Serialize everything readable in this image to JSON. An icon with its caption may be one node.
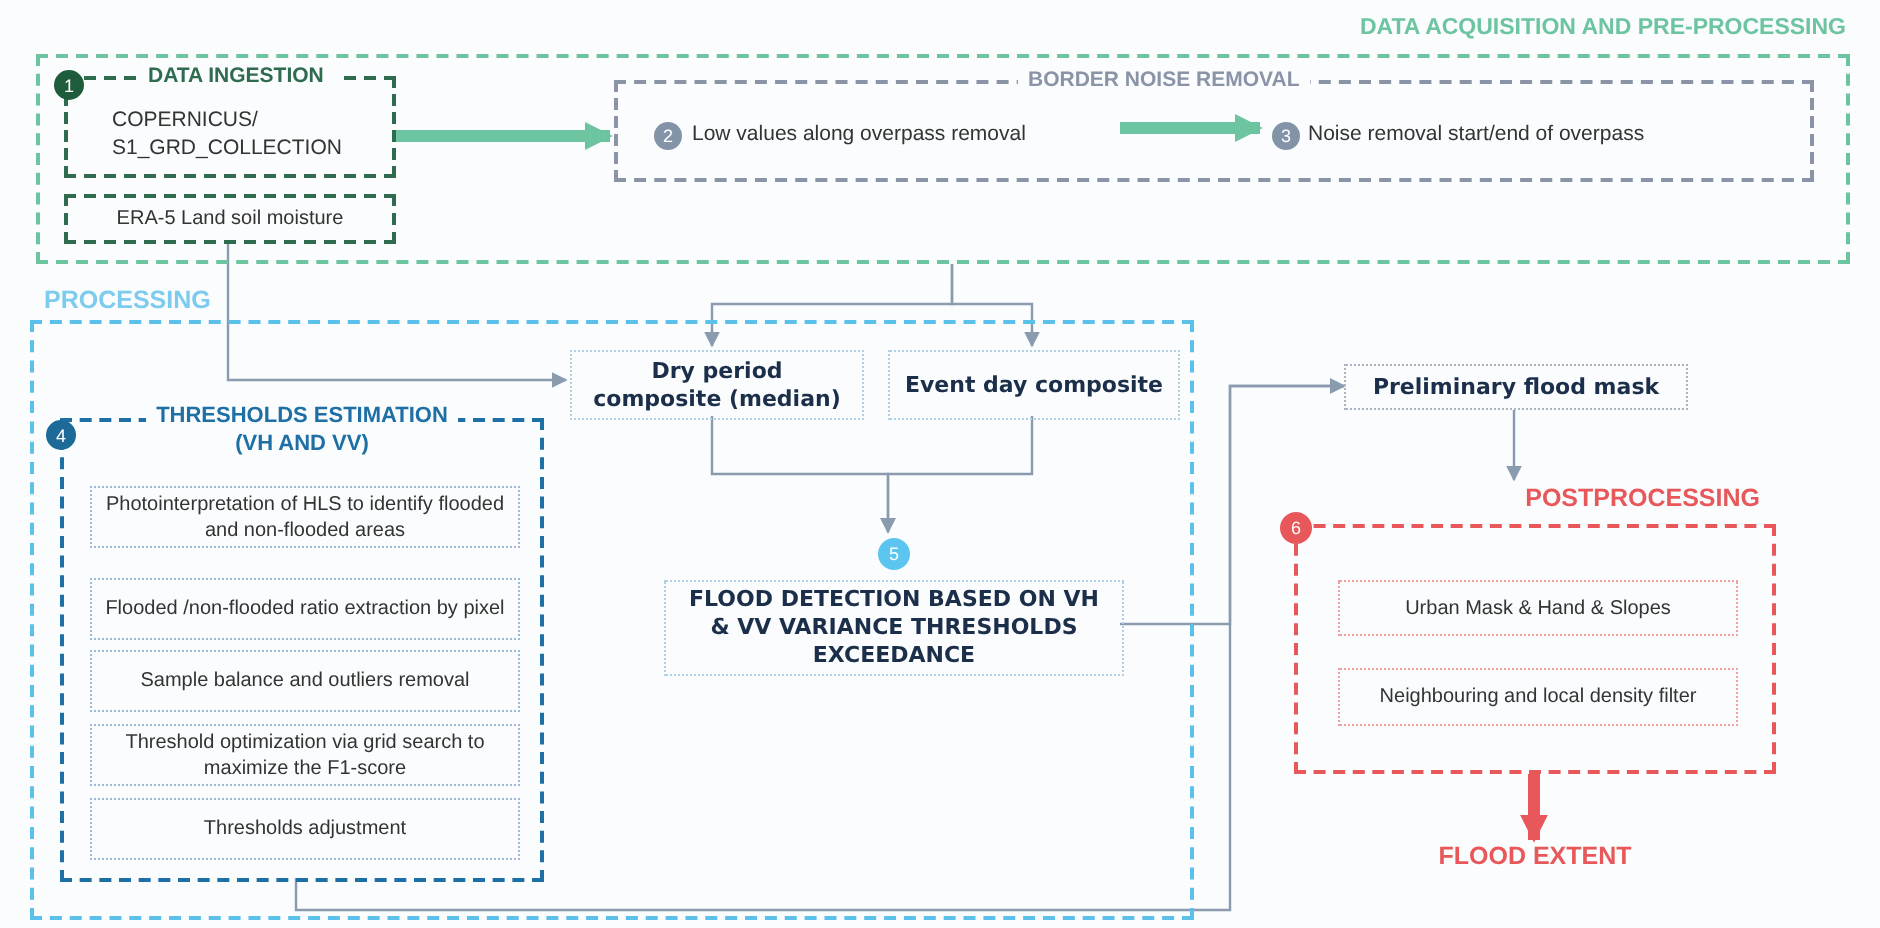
{
  "diagram": {
    "nodes": [
      {
        "text": [
          "DATA ACQUISITION AND PRE-PROCESSING"
        ]
      },
      {
        "text": [
          "1",
          "DATA INGESTION",
          "COPERNICUS/ S1_GRD_COLLECTION"
        ],
        "in": 0
      },
      {
        "text": [
          "ERA-5 Land soil moisture"
        ],
        "in": 0
      },
      {
        "text": [
          "BORDER NOISE REMOVAL"
        ],
        "in": 0
      },
      {
        "text": [
          "2",
          "Low values along overpass removal"
        ],
        "in": 3
      },
      {
        "text": [
          "3",
          "Noise removal start/end of overpass"
        ],
        "in": 3
      },
      {
        "text": [
          "PROCESSING"
        ]
      },
      {
        "text": [
          "THRESHOLDS ESTIMATION (VH AND VV)"
        ],
        "beside": [
          "4"
        ],
        "in": 6
      },
      {
        "text": [
          "Photointerpretation of HLS to identify flooded and non-flooded areas"
        ],
        "in": 7
      },
      {
        "text": [
          "Flooded /non-flooded ratio extraction by pixel"
        ],
        "in": 7
      },
      {
        "text": [
          "Sample balance and outliers removal"
        ],
        "in": 7
      },
      {
        "text": [
          "Threshold optimization via grid search to maximize the F1-score"
        ],
        "in": 7
      },
      {
        "text": [
          "Thresholds adjustment"
        ],
        "in": 7
      },
      {
        "text": [
          "Dry period composite (median)"
        ],
        "in": 6
      },
      {
        "text": [
          "Event day composite"
        ],
        "in": 6
      },
      {
        "text": [
          "FLOOD DETECTION BASED ON VH & VV VARIANCE THRESHOLDS EXCEEDANCE"
        ],
        "beside": [
          "5"
        ],
        "in": 6
      },
      {
        "text": [
          "Preliminary flood mask"
        ]
      },
      {
        "text": [
          "POSTPROCESSING"
        ],
        "beside": [
          "6"
        ]
      },
      {
        "text": [
          "Urban Mask & Hand & Slopes"
        ],
        "in": 17
      },
      {
        "text": [
          "Neighbouring and local density filter"
        ],
        "in": 17
      },
      {
        "text": [
          "FLOOD EXTENT"
        ]
      }
    ],
    "edges": [
      {
        "from": 1,
        "to": 3,
        "arrow": "to",
        "style": "thick",
        "color": "#6cc4a0"
      },
      {
        "from": 4,
        "to": 5,
        "arrow": "to",
        "style": "thick",
        "color": "#6cc4a0"
      },
      {
        "from": 0,
        "to": 13,
        "arrow": "to"
      },
      {
        "from": 0,
        "to": 14,
        "arrow": "to"
      },
      {
        "from": 2,
        "to": 13,
        "arrow": "to"
      },
      {
        "from": 13,
        "to": 15,
        "arrow": "to"
      },
      {
        "from": 14,
        "to": 15,
        "arrow": "to"
      },
      {
        "from": 15,
        "to": 16,
        "arrow": "to"
      },
      {
        "from": 7,
        "to": 16,
        "arrow": "to"
      },
      {
        "from": 16,
        "to": 17,
        "arrow": "to"
      },
      {
        "from": 17,
        "to": 20,
        "arrow": "to",
        "style": "thick",
        "color": "#e8585a"
      }
    ]
  }
}
